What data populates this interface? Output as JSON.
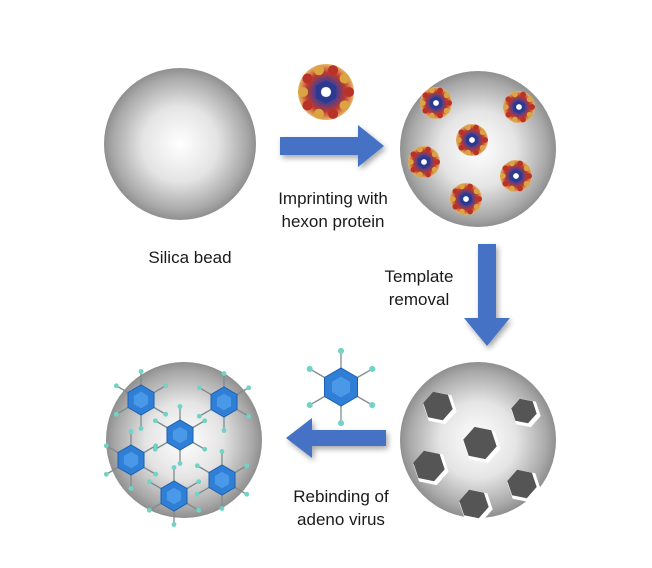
{
  "labels": {
    "silica_bead": "Silica bead",
    "imprint_line1": "Imprinting with",
    "imprint_line2": "hexon protein",
    "template_line1": "Template",
    "template_line2": "removal",
    "rebind_line1": "Rebinding of",
    "rebind_line2": "adeno virus"
  },
  "colors": {
    "arrow": "#4472c4",
    "virus": "#2f7fd6",
    "spike_tip": "#6fd3c6",
    "cavity": "#555555"
  },
  "icons": {
    "protein": "hexon-protein-icon",
    "virus": "adeno-virus-icon",
    "cavity": "hexagonal-cavity-icon"
  }
}
